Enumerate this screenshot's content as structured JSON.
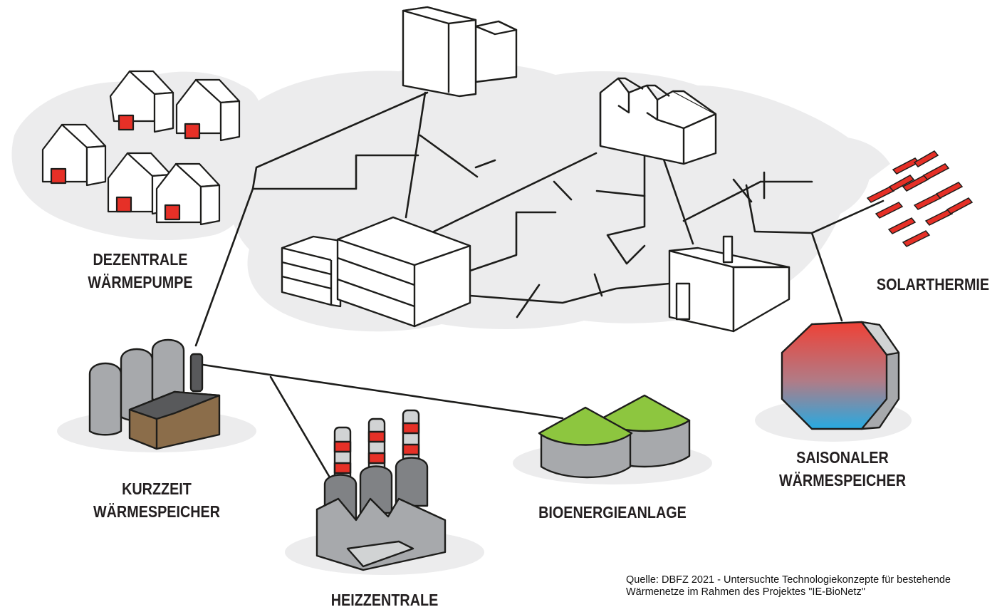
{
  "labels": {
    "dezentrale": [
      "DEZENTRALE",
      "WÄRMEPUMPE"
    ],
    "solarthermie": [
      "SOLARTHERMIE"
    ],
    "kurzzeit": [
      "KURZZEIT",
      "WÄRMESPEICHER"
    ],
    "saisonaler": [
      "SAISONALER",
      "WÄRMESPEICHER"
    ],
    "bioenergie": [
      "BIOENERGIEANLAGE"
    ],
    "heizzentrale": [
      "HEIZZENTRALE"
    ]
  },
  "source": {
    "line1": "Quelle: DBFZ 2021 - Untersuchte Technologiekonzepte für bestehende",
    "line2": "Wärmenetze im Rahmen des Projektes \"IE-BioNetz\""
  },
  "colors": {
    "cloud": "#ececed",
    "outline": "#1d1d1b",
    "accent_red": "#e63027",
    "biogas_green": "#8dc63f",
    "tank_grey": "#a7a9ac",
    "dark_grey": "#58595b",
    "brown": "#8b6d4a",
    "storage_hot": "#ef4136",
    "storage_cold": "#27aae1"
  }
}
